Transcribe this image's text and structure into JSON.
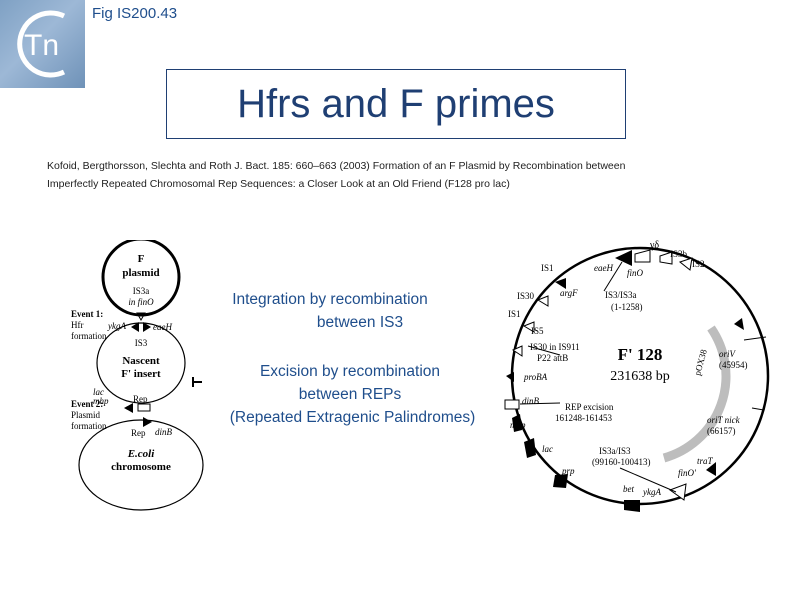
{
  "header": {
    "fig_id": "Fig IS200.43",
    "logo_text": "Tn",
    "title": "Hfrs and F primes"
  },
  "citation": {
    "line1": "Kofoid, Bergthorsson, Slechta and  Roth  J. Bact. 185: 660–663 (2003) Formation  of an F Plasmid by Recombination between",
    "line2": "Imperfectly Repeated Chromosomal Rep Sequences: a Closer Look at an Old Friend (F128 pro lac)"
  },
  "captions": {
    "integration_1": "Integration by recombination",
    "integration_2": "between IS3",
    "excision_1": "Excision by recombination",
    "excision_2": "between REPs",
    "excision_3": "(Repeated Extragenic Palindromes)"
  },
  "left_diagram": {
    "f_plasmid_1": "F",
    "f_plasmid_2": "plasmid",
    "is3a": "IS3a",
    "in_fino": "in finO",
    "event1": "Event 1:",
    "hfr": "Hfr",
    "formation": "formation",
    "ykga": "ykgA",
    "eaeh": "eaeH",
    "is3": "IS3",
    "nascent": "Nascent",
    "f_insert": "F' insert",
    "lac": "lac",
    "mhp": "mhp",
    "event2": "Event 2:",
    "plasmid": "Plasmid",
    "formation2": "formation",
    "rep1": "Rep",
    "rep2": "Rep",
    "dinb": "dinB",
    "ecoli": "E.coli",
    "chromosome": "chromosome"
  },
  "right_diagram": {
    "name": "F' 128",
    "size": "231638 bp",
    "gamma_delta": "γδ",
    "is3b": "IS3b",
    "is2": "IS2",
    "is1_top": "IS1",
    "eaeh": "eaeH",
    "fino": "finO",
    "argf": "argF",
    "is30": "IS30",
    "is3_is3a": "IS3/IS3a",
    "is3_range": "(1-1258)",
    "is1": "IS1",
    "is5": "IS5",
    "is30_is911": "IS30 in IS911",
    "p22": "P22 attB",
    "oriv": "oriV",
    "oriv_pos": "(45954)",
    "probA": "proBA",
    "pox38": "pOX38",
    "orit": "oriT nick",
    "orit_pos": "(66157)",
    "dinb": "dinB",
    "rep_excision": "REP excision",
    "rep_range": "161248-161453",
    "mhp": "mhp",
    "lac": "lac",
    "is3a_is3": "IS3a/IS3",
    "is3a_range": "(99160-100413)",
    "prp": "prp",
    "trat": "traT",
    "fino2": "finO'",
    "bet": "bet",
    "ykga": "ykgA"
  }
}
